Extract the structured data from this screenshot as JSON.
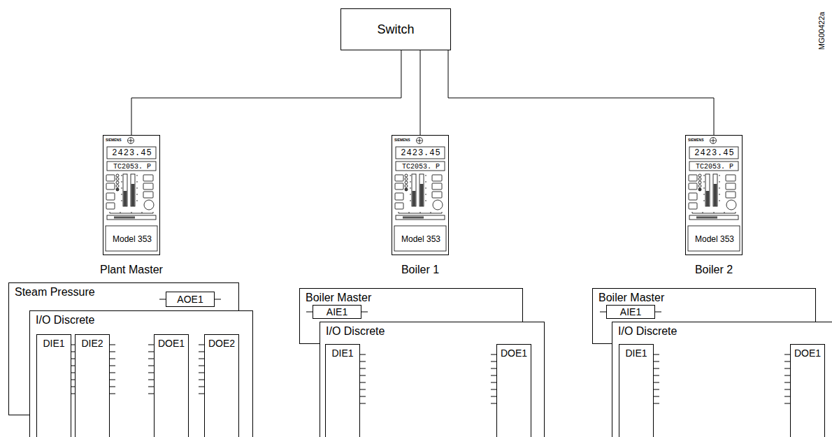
{
  "diagram": {
    "nodes": [
      {
        "text": [
          "Switch"
        ]
      },
      {
        "text": [
          "SIEMENS",
          "2423.45",
          "TC2053. P",
          "Model 353",
          "Plant Master"
        ]
      },
      {
        "text": [
          "SIEMENS",
          "2423.45",
          "TC2053. P",
          "Model 353",
          "Boiler 1"
        ]
      },
      {
        "text": [
          "SIEMENS",
          "2423.45",
          "TC2053. P",
          "Model 353",
          "Boiler 2"
        ]
      },
      {
        "text": [
          "Steam Pressure"
        ]
      },
      {
        "text": [
          "AOE1"
        ],
        "in": 4
      },
      {
        "text": [
          "I/O Discrete"
        ],
        "in": 4
      },
      {
        "text": [
          "DIE1"
        ],
        "in": 6
      },
      {
        "text": [
          "DIE2"
        ],
        "in": 6
      },
      {
        "text": [
          "DOE1"
        ],
        "in": 6
      },
      {
        "text": [
          "DOE2"
        ],
        "in": 6
      },
      {
        "text": [
          "Boiler Master"
        ]
      },
      {
        "text": [
          "AIE1"
        ],
        "in": 11
      },
      {
        "text": [
          "I/O Discrete"
        ],
        "in": 11
      },
      {
        "text": [
          "DIE1"
        ],
        "in": 13
      },
      {
        "text": [
          "DOE1"
        ],
        "in": 13
      },
      {
        "text": [
          "Boiler Master"
        ]
      },
      {
        "text": [
          "AIE1"
        ],
        "in": 16
      },
      {
        "text": [
          "I/O Discrete"
        ],
        "in": 16
      },
      {
        "text": [
          "DIE1"
        ],
        "in": 18
      },
      {
        "text": [
          "DOE1"
        ],
        "in": 18
      }
    ],
    "edges": [
      {
        "from": 0,
        "to": 1,
        "arrow": "none"
      },
      {
        "from": 0,
        "to": 2,
        "arrow": "none"
      },
      {
        "from": 0,
        "to": 3,
        "arrow": "none"
      }
    ],
    "labels": [
      "MG00422a"
    ]
  }
}
